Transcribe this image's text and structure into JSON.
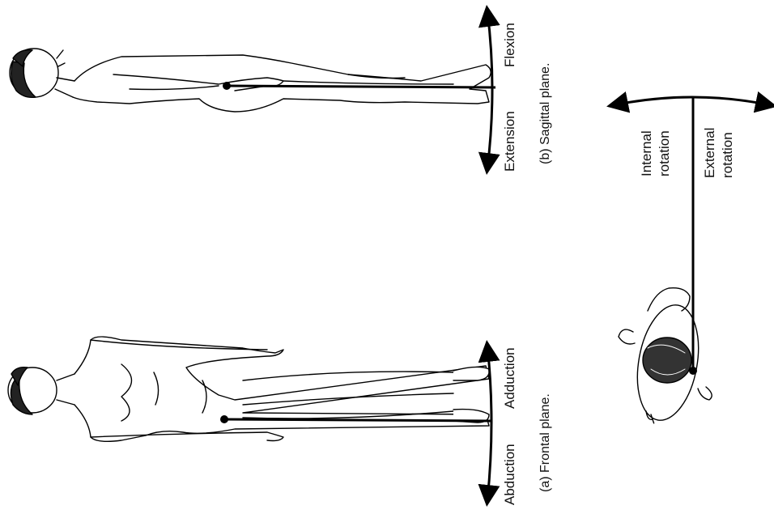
{
  "panel_a": {
    "caption": "(a) Frontal plane.",
    "label_left": "Abduction",
    "label_right": "Adduction"
  },
  "panel_b": {
    "caption": "(b) Sagittal plane.",
    "label_left": "Extension",
    "label_right": "Flexion"
  },
  "panel_c": {
    "label_internal": [
      "Internal",
      "rotation"
    ],
    "label_external": [
      "External",
      "rotation"
    ]
  }
}
